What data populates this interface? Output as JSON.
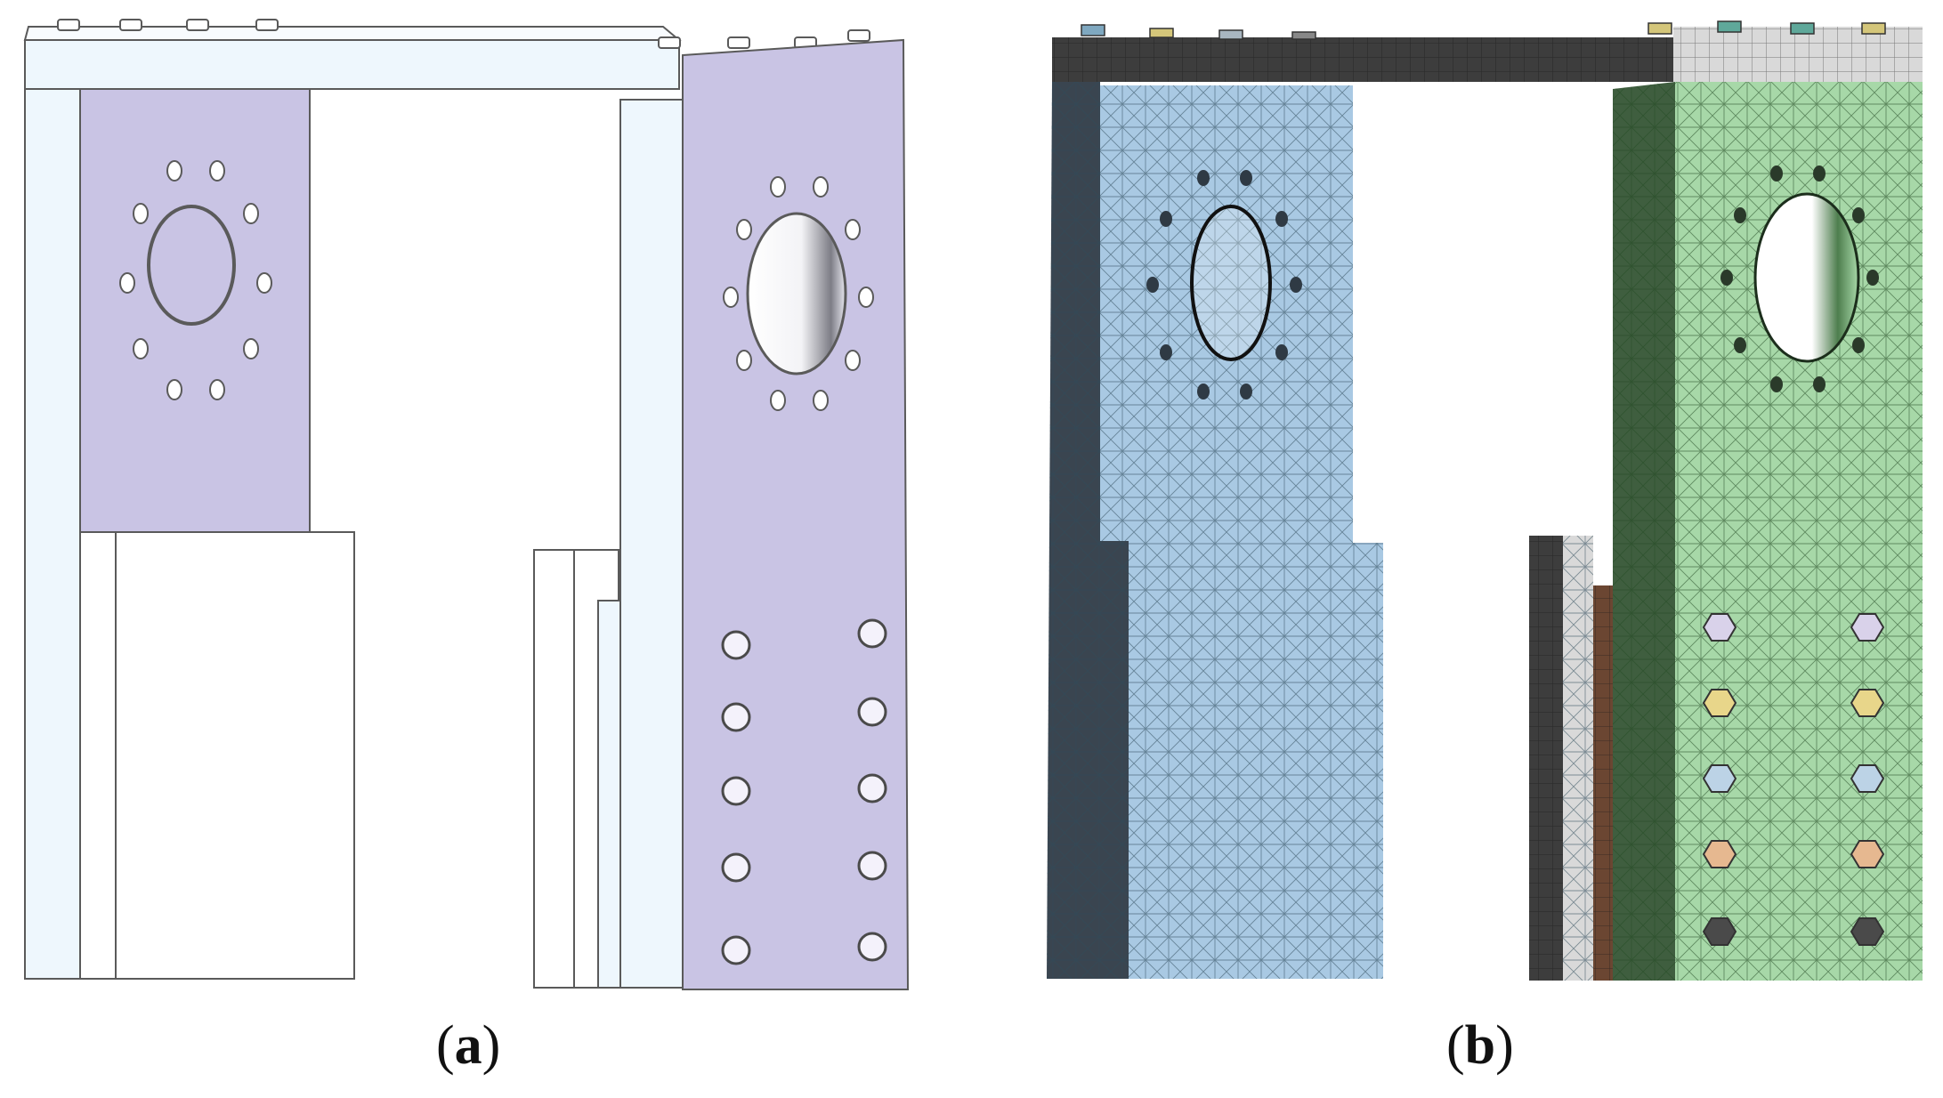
{
  "panels": [
    {
      "id": "a",
      "caption_open": "(",
      "caption_letter": "a",
      "caption_close": ")"
    },
    {
      "id": "b",
      "caption_open": "(",
      "caption_letter": "b",
      "caption_close": ")"
    }
  ],
  "colors": {
    "cad_plate": "#c9c4e4",
    "cad_column": "#eef7fd",
    "cad_outline": "#5a5a5a",
    "mesh_blue": "#a9c9e3",
    "mesh_green": "#a7d8a8",
    "mesh_dark_green": "#3f5e3f",
    "mesh_dark_slate": "#3a4550",
    "mesh_beam": "#3d3d3d",
    "mesh_beam_light": "#d9d9d9",
    "mesh_brown": "#6b4632"
  },
  "icons": {
    "bolt_head_colors": [
      "#d9d2ea",
      "#e8d68a",
      "#bcd3e6",
      "#e6b890",
      "#4a4a4a"
    ]
  }
}
